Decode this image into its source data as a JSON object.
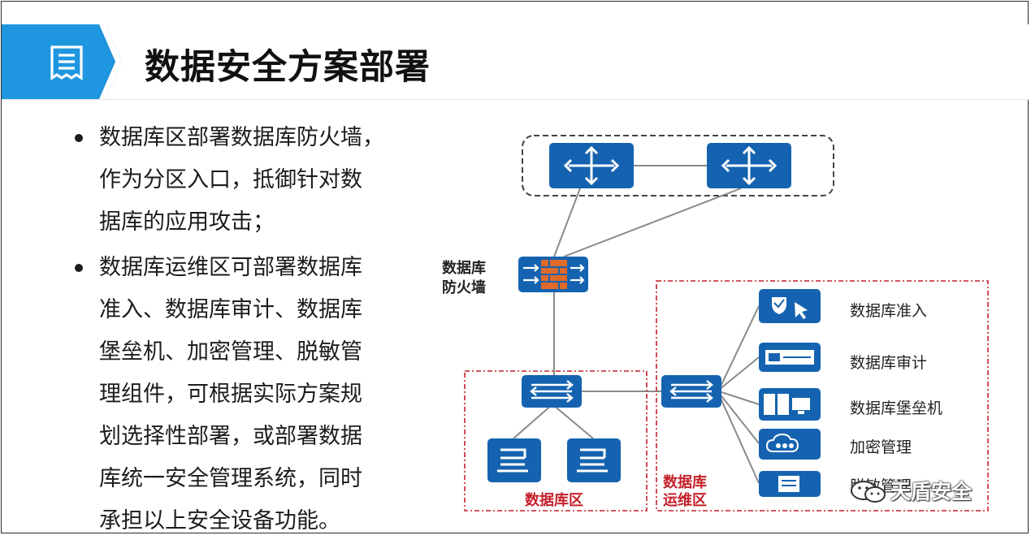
{
  "title": "数据安全方案部署",
  "bullets": [
    "数据库区部署数据库防火墙，作为分区入口，抵御针对数据库的应用攻击；",
    "数据库运维区可部署数据库准入、数据库审计、数据库堡垒机、加密管理、脱敏管理组件，可根据实际方案规划选择性部署，或部署数据库统一安全管理系统，同时承担以上安全设备功能。"
  ],
  "bullet_lines": [
    [
      "数据库区部署数据库防火墙，",
      "作为分区入口，抵御针对数",
      "据库的应用攻击；"
    ],
    [
      "数据库运维区可部署数据库",
      "准入、数据库审计、数据库",
      "堡垒机、加密管理、脱敏管",
      "理组件，可根据实际方案规",
      "划选择性部署，或部署数据",
      "库统一安全管理系统，同时",
      "承担以上安全设备功能。"
    ]
  ],
  "diagram": {
    "firewall_label_line1": "数据库",
    "firewall_label_line2": "防火墙",
    "db_zone_label": "数据库区",
    "ops_zone_label_line1": "数据库",
    "ops_zone_label_line2": "运维区",
    "devices": [
      {
        "label": "数据库准入",
        "icon": "shield-cursor-icon"
      },
      {
        "label": "数据库审计",
        "icon": "audit-appliance-icon"
      },
      {
        "label": "数据库堡垒机",
        "icon": "bastion-host-icon"
      },
      {
        "label": "加密管理",
        "icon": "cloud-encryption-icon"
      },
      {
        "label": "脱敏管理",
        "icon": "desensitization-icon"
      }
    ]
  },
  "watermark": "天盾安全",
  "colors": {
    "accent_blue": "#1a8fd8",
    "device_blue": "#1563b0",
    "zone_red": "#c4202a",
    "firewall_orange": "#e06a2a"
  }
}
